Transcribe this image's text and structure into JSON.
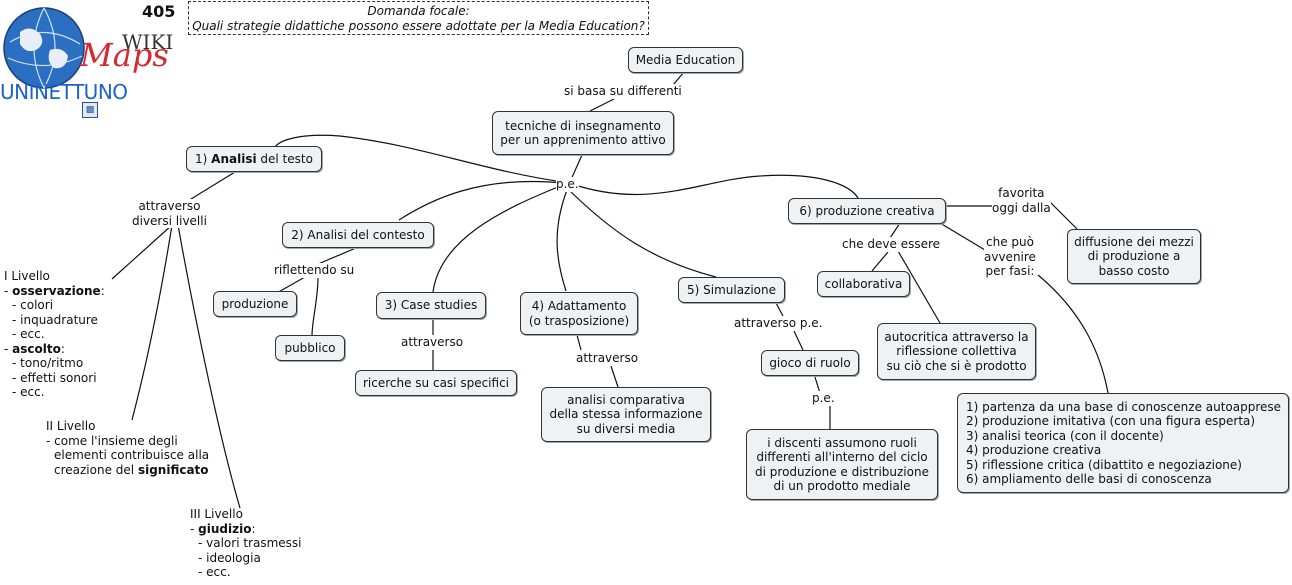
{
  "map_number": "405",
  "focal": {
    "line1": "Domanda focale:",
    "line2": "Quali strategie didattiche possono essere adottate per la Media Education?"
  },
  "logo": {
    "wiki": "WIKI",
    "maps": "Maps",
    "brand": "UNINETTUNO",
    "icon": "sitemap-icon"
  },
  "nodes": {
    "media_education": "Media Education",
    "tecniche": [
      "tecniche di insegnamento",
      "per un apprenimento attivo"
    ],
    "analisi_testo": {
      "prefix": "1) ",
      "bold": "Analisi",
      "suffix": " del testo"
    },
    "analisi_contesto": "2) Analisi del contesto",
    "produzione": "produzione",
    "pubblico": "pubblico",
    "case_studies": "3) Case studies",
    "ricerche": "ricerche su casi specifici",
    "adattamento": [
      "4) Adattamento",
      "(o trasposizione)"
    ],
    "analisi_comparativa": [
      "analisi comparativa",
      "della stessa informazione",
      "su diversi media"
    ],
    "simulazione": "5) Simulazione",
    "gioco_ruolo": "gioco di ruolo",
    "discenti": [
      "i discenti assumono ruoli",
      "differenti all'interno del ciclo",
      "di produzione e distribuzione",
      "di un prodotto mediale"
    ],
    "produzione_creativa": "6) produzione creativa",
    "collaborativa": "collaborativa",
    "autocritica": [
      "autocritica attraverso la",
      "riflessione collettiva",
      "su ciò che si è prodotto"
    ],
    "diffusione": [
      "diffusione dei mezzi",
      "di produzione a",
      "basso costo"
    ],
    "fasi": [
      "1) partenza da una base di conoscenze autoapprese",
      "2) produzione imitativa (con una figura esperta)",
      "3) analisi teorica (con il docente)",
      "4) produzione creativa",
      "5) riflessione critica (dibattito e negoziazione)",
      "6) ampliamento delle basi di conoscenza"
    ]
  },
  "labels": {
    "si_basa": "si basa su differenti",
    "pe_center": "p.e.",
    "attraverso_livelli": [
      "attraverso",
      "diversi livelli"
    ],
    "riflettendo": "riflettendo su",
    "attraverso_cs": "attraverso",
    "attraverso_ad": "attraverso",
    "attraverso_pe": "attraverso p.e.",
    "pe_gioco": "p.e.",
    "che_deve": "che deve essere",
    "che_puo": [
      "che può",
      "avvenire",
      "per fasi:"
    ],
    "favorita": [
      "favorita",
      "oggi dalla"
    ]
  },
  "levels": {
    "l1": {
      "title": "I Livello",
      "obs_bold": "osservazione",
      "obs_items": [
        "- colori",
        "- inquadrature",
        "- ecc."
      ],
      "asc_bold": "ascolto",
      "asc_items": [
        "- tono/ritmo",
        "- effetti sonori",
        "- ecc."
      ]
    },
    "l2": {
      "title": "II Livello",
      "lines": [
        "- come l'insieme degli",
        "elementi contribuisce alla"
      ],
      "last_prefix": "creazione del ",
      "last_bold": "significato"
    },
    "l3": {
      "title": "III Livello",
      "bold": "giudizio",
      "items": [
        "- valori trasmessi",
        "- ideologia",
        "- ecc."
      ]
    }
  }
}
